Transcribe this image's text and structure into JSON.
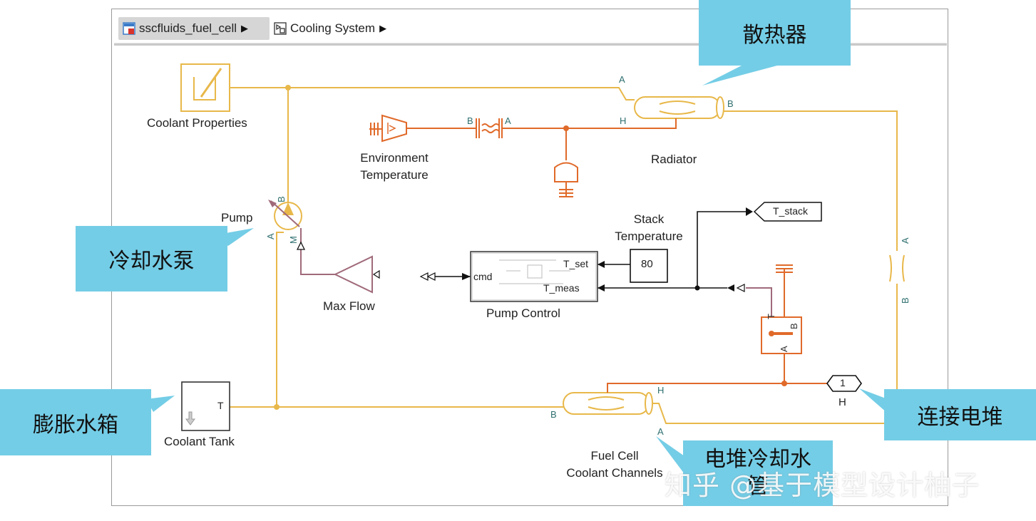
{
  "breadcrumb": {
    "items": [
      {
        "label": "sscfluids_fuel_cell"
      },
      {
        "label": "Cooling System"
      }
    ]
  },
  "blocks": {
    "coolant_properties": "Coolant Properties",
    "environment_temperature_line1": "Environment",
    "environment_temperature_line2": "Temperature",
    "radiator": "Radiator",
    "pump": "Pump",
    "stack_temperature_line1": "Stack",
    "stack_temperature_line2": "Temperature",
    "constant_value": "80",
    "max_flow": "Max Flow",
    "pump_control": "Pump Control",
    "pump_control_in": "cmd",
    "pump_control_t_set": "T_set",
    "pump_control_t_meas": "T_meas",
    "goto_tag": "T_stack",
    "coolant_tank": "Coolant Tank",
    "coolant_tank_port": "T",
    "fuel_cell_line1": "Fuel Cell",
    "fuel_cell_line2": "Coolant Channels",
    "connection_port_number": "1",
    "connection_port_label": "H",
    "sensor_t": "T",
    "sensor_b": "B",
    "sensor_a": "A"
  },
  "port_labels": {
    "radiator_a": "A",
    "radiator_b": "B",
    "radiator_h": "H",
    "thermal_b": "B",
    "thermal_a": "A",
    "pump_a": "A",
    "pump_b": "B",
    "pump_m": "M",
    "pipe_a": "A",
    "pipe_b": "B",
    "fc_b": "B",
    "fc_h": "H",
    "fc_a": "A"
  },
  "callouts": {
    "radiator": "散热器",
    "pump": "冷却水泵",
    "tank": "膨胀水箱",
    "stack": "连接电堆",
    "fuel_cell": "电堆冷却水管"
  },
  "watermark": "知乎 @基于模型设计柚子",
  "colors": {
    "thermal_liquid": "#e8b84a",
    "thermal": "#e06a2a",
    "signal": "#111111",
    "physical_signal": "#a06a7a",
    "callout": "#74cde6"
  }
}
